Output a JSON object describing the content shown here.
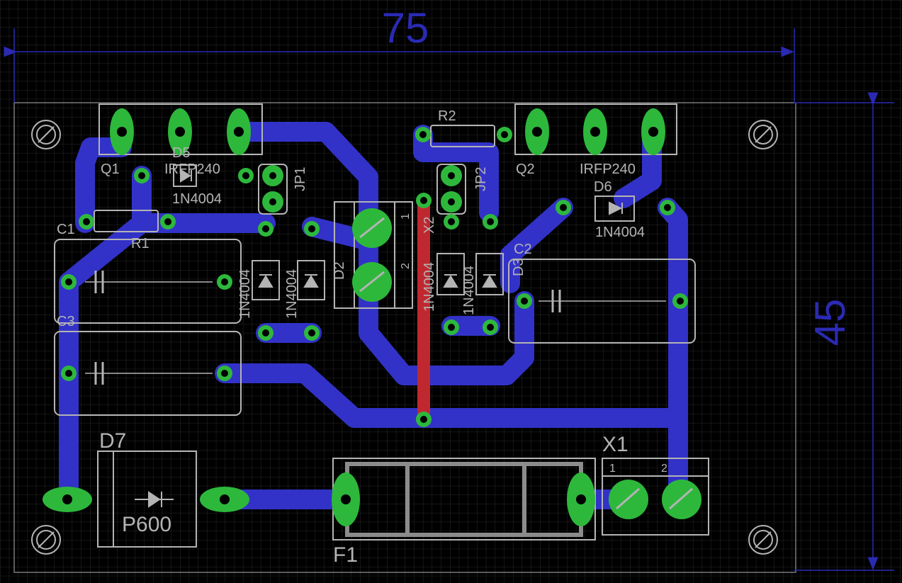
{
  "colors": {
    "background": "#000000",
    "grid": "#2a2a2a",
    "bottom_copper": "#3232c8",
    "top_copper": "#c02830",
    "pad": "#2db83c",
    "via_ring": "#2db83c",
    "silkscreen": "#b4b4b4",
    "dimension": "#2a2ab4",
    "drill": "#000000"
  },
  "dimensions": {
    "width_label": "75",
    "height_label": "45"
  },
  "labels": {
    "q1_name": "Q1",
    "q1_value": "IRFP240",
    "q2_name": "Q2",
    "q2_value": "IRFP240",
    "d5_name": "D5",
    "d5_value": "1N4004",
    "d6_name": "D6",
    "d6_value": "1N4004",
    "d1_value": "1N4004",
    "d2_name": "D2",
    "d3_name": "D3",
    "d4_value": "1N4004",
    "d2_value": "1N4004",
    "d3_value": "1N4004",
    "r1_name": "R1",
    "r2_name": "R2",
    "c1_name": "C1",
    "c2_name": "C2",
    "c3_name": "C3",
    "jp1_name": "JP1",
    "jp2_name": "JP2",
    "x2_name": "X2",
    "x2_pin1": "1",
    "x2_pin2": "2",
    "d7_name": "D7",
    "d7_value": "P600",
    "f1_name": "F1",
    "x1_name": "X1",
    "x1_pin1": "1",
    "x1_pin2": "2"
  },
  "icons": {
    "mounting_hole": "mounting-hole-icon",
    "diode_symbol": "diode-icon",
    "capacitor_symbol": "capacitor-icon"
  }
}
